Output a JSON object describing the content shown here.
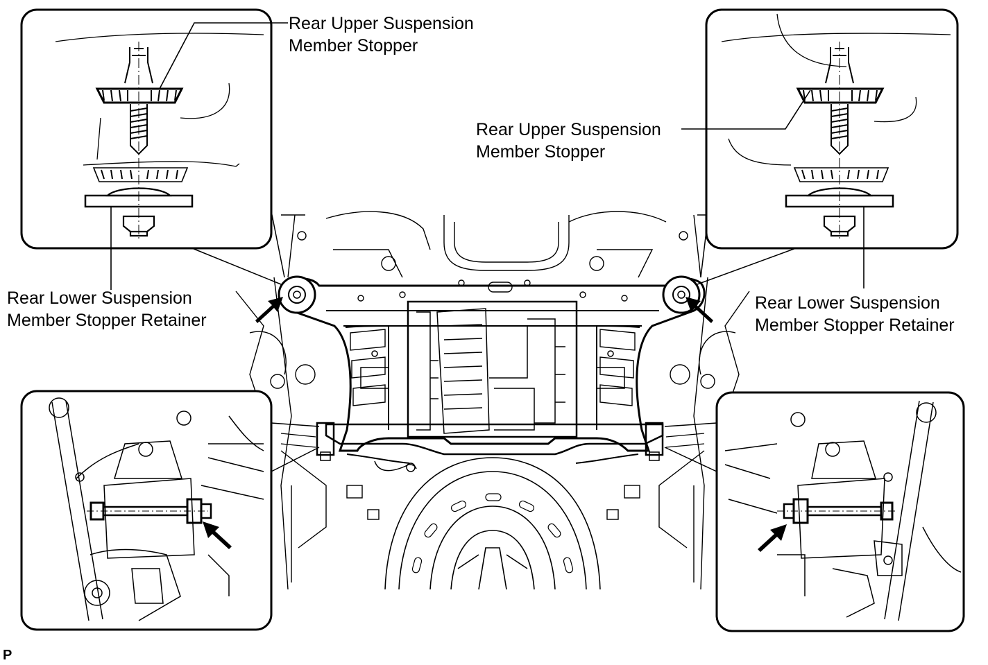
{
  "callouts": {
    "top_left_upper": {
      "line1": "Rear Upper Suspension",
      "line2": "Member Stopper"
    },
    "top_right_upper": {
      "line1": "Rear Upper Suspension",
      "line2": "Member Stopper"
    },
    "left_lower": {
      "line1": "Rear Lower Suspension",
      "line2": "Member Stopper Retainer"
    },
    "right_lower": {
      "line1": "Rear Lower Suspension",
      "line2": "Member Stopper Retainer"
    }
  },
  "illustration_code": "P"
}
